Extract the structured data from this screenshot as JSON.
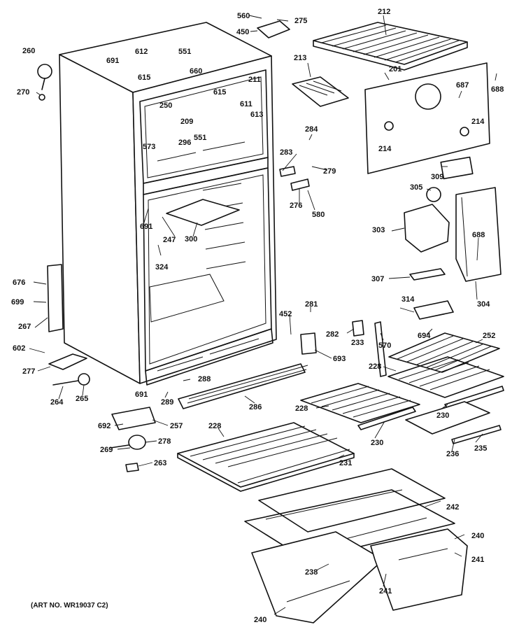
{
  "art_number": "(ART NO. WR19037 C2)",
  "callouts": [
    {
      "id": "c560a",
      "text": "560"
    },
    {
      "id": "c275",
      "text": "275"
    },
    {
      "id": "c450",
      "text": "450"
    },
    {
      "id": "c212",
      "text": "212"
    },
    {
      "id": "c260",
      "text": "260"
    },
    {
      "id": "c270",
      "text": "270"
    },
    {
      "id": "c691a",
      "text": "691"
    },
    {
      "id": "c612",
      "text": "612"
    },
    {
      "id": "c551a",
      "text": "551"
    },
    {
      "id": "c615a",
      "text": "615"
    },
    {
      "id": "c660",
      "text": "660"
    },
    {
      "id": "c615b",
      "text": "615"
    },
    {
      "id": "c211",
      "text": "211"
    },
    {
      "id": "c213",
      "text": "213"
    },
    {
      "id": "c201",
      "text": "201"
    },
    {
      "id": "c687",
      "text": "687"
    },
    {
      "id": "c688a",
      "text": "688"
    },
    {
      "id": "c250",
      "text": "250"
    },
    {
      "id": "c209",
      "text": "209"
    },
    {
      "id": "c611",
      "text": "611"
    },
    {
      "id": "c613",
      "text": "613"
    },
    {
      "id": "c573",
      "text": "573"
    },
    {
      "id": "c296",
      "text": "296"
    },
    {
      "id": "c551b",
      "text": "551"
    },
    {
      "id": "c284",
      "text": "284"
    },
    {
      "id": "c214a",
      "text": "214"
    },
    {
      "id": "c214b",
      "text": "214"
    },
    {
      "id": "c283",
      "text": "283"
    },
    {
      "id": "c279",
      "text": "279"
    },
    {
      "id": "c309",
      "text": "309"
    },
    {
      "id": "c276",
      "text": "276"
    },
    {
      "id": "c305",
      "text": "305"
    },
    {
      "id": "c580",
      "text": "580"
    },
    {
      "id": "c691b",
      "text": "691"
    },
    {
      "id": "c247",
      "text": "247"
    },
    {
      "id": "c300",
      "text": "300"
    },
    {
      "id": "c303",
      "text": "303"
    },
    {
      "id": "c688b",
      "text": "688"
    },
    {
      "id": "c324",
      "text": "324"
    },
    {
      "id": "c307",
      "text": "307"
    },
    {
      "id": "c304",
      "text": "304"
    },
    {
      "id": "c676",
      "text": "676"
    },
    {
      "id": "c699",
      "text": "699"
    },
    {
      "id": "c281",
      "text": "281"
    },
    {
      "id": "c452",
      "text": "452"
    },
    {
      "id": "c314",
      "text": "314"
    },
    {
      "id": "c267",
      "text": "267"
    },
    {
      "id": "c282",
      "text": "282"
    },
    {
      "id": "c233",
      "text": "233"
    },
    {
      "id": "c570",
      "text": "570"
    },
    {
      "id": "c694",
      "text": "694"
    },
    {
      "id": "c252",
      "text": "252"
    },
    {
      "id": "c602",
      "text": "602"
    },
    {
      "id": "c693",
      "text": "693"
    },
    {
      "id": "c277",
      "text": "277"
    },
    {
      "id": "c228a",
      "text": "228"
    },
    {
      "id": "c691c",
      "text": "691"
    },
    {
      "id": "c288a",
      "text": "288"
    },
    {
      "id": "c264",
      "text": "264"
    },
    {
      "id": "c265",
      "text": "265"
    },
    {
      "id": "c289",
      "text": "289"
    },
    {
      "id": "c286",
      "text": "286"
    },
    {
      "id": "c228b",
      "text": "228"
    },
    {
      "id": "c230a",
      "text": "230"
    },
    {
      "id": "c692",
      "text": "692"
    },
    {
      "id": "c257",
      "text": "257"
    },
    {
      "id": "c228c",
      "text": "228"
    },
    {
      "id": "c230b",
      "text": "230"
    },
    {
      "id": "c269",
      "text": "269"
    },
    {
      "id": "c278",
      "text": "278"
    },
    {
      "id": "c231",
      "text": "231"
    },
    {
      "id": "c236",
      "text": "236"
    },
    {
      "id": "c235",
      "text": "235"
    },
    {
      "id": "c263",
      "text": "263"
    },
    {
      "id": "c242",
      "text": "242"
    },
    {
      "id": "c240a",
      "text": "240"
    },
    {
      "id": "c241a",
      "text": "241"
    },
    {
      "id": "c238",
      "text": "238"
    },
    {
      "id": "c241b",
      "text": "241"
    },
    {
      "id": "c240b",
      "text": "240"
    }
  ]
}
